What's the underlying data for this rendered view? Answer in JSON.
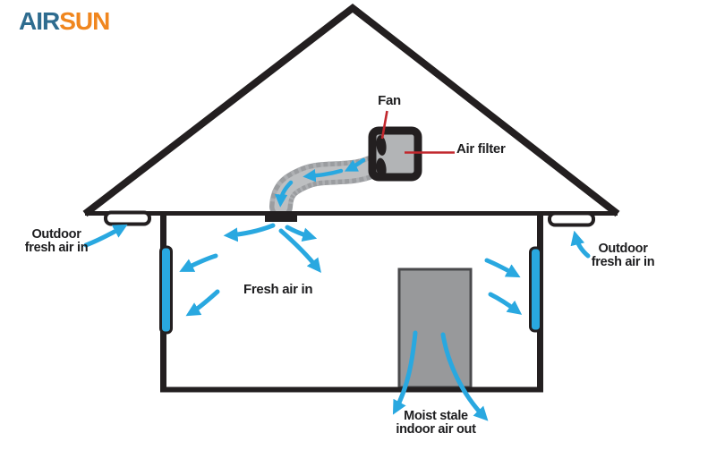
{
  "logo": {
    "air": "AIR",
    "sun": "SUN"
  },
  "labels": {
    "fan": "Fan",
    "air_filter": "Air filter",
    "outdoor_left": {
      "line1": "Outdoor",
      "line2": "fresh air in"
    },
    "outdoor_right": {
      "line1": "Outdoor",
      "line2": "fresh air in"
    },
    "fresh_air_in": "Fresh air in",
    "stale_out": {
      "line1": "Moist stale",
      "line2": "indoor air out"
    }
  },
  "icons": {
    "fan_blades": "fan-blades-icon",
    "airflow_arrow": "airflow-arrow"
  },
  "colors": {
    "arrow_blue": "#29a8e0",
    "vent_blue": "#29a8e0",
    "logo_blue": "#2e6c8f",
    "logo_orange": "#f0861e",
    "leader_red": "#c1272d",
    "line_black": "#231f20",
    "duct_gray": "#9b9da0",
    "duct_rib": "#aeb0b3",
    "duct_gray_light": "#bdbfc1",
    "box_gray": "#b2b4b6",
    "door_gray": "#98999b",
    "door_border": "#4a4a4c",
    "soffit_vent_fill": "#ffffff",
    "text_black": "#1d1d1f"
  }
}
